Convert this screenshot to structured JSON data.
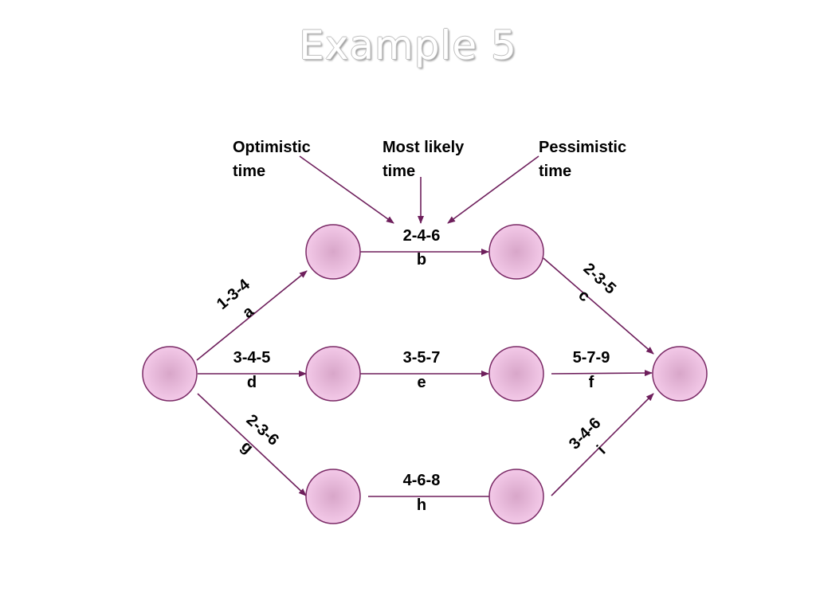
{
  "title": "Example 5",
  "colors": {
    "node_fill_center": "#d8a6c9",
    "node_fill_edge": "#f3c9e8",
    "node_stroke": "#7a2a66",
    "arrow": "#6e1f5c"
  },
  "legend": {
    "optimistic": [
      "Optimistic",
      "time"
    ],
    "most_likely": [
      "Most likely",
      "time"
    ],
    "pessimistic": [
      "Pessimistic",
      "time"
    ]
  },
  "activities": [
    {
      "id": "a",
      "times": "1-3-4"
    },
    {
      "id": "b",
      "times": "2-4-6"
    },
    {
      "id": "c",
      "times": "2-3-5"
    },
    {
      "id": "d",
      "times": "3-4-5"
    },
    {
      "id": "e",
      "times": "3-5-7"
    },
    {
      "id": "f",
      "times": "5-7-9"
    },
    {
      "id": "g",
      "times": "2-3-6"
    },
    {
      "id": "h",
      "times": "4-6-8"
    },
    {
      "id": "i",
      "times": "3-4-6"
    }
  ]
}
